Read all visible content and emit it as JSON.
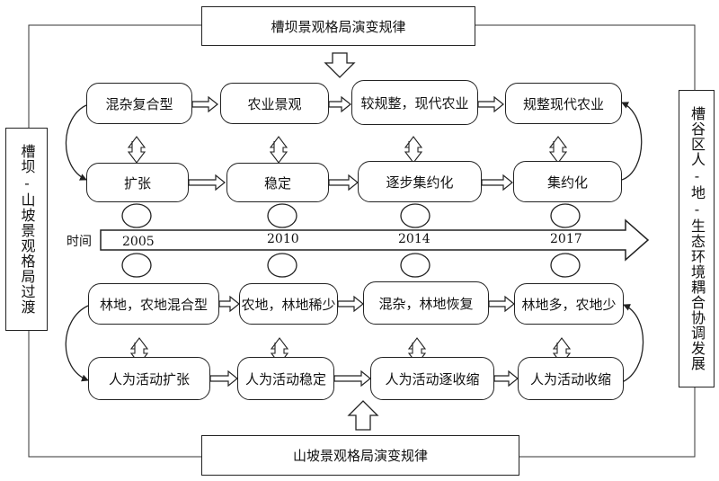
{
  "top_title": "槽坝景观格局演变规律",
  "bottom_title": "山坡景观格局演变规律",
  "left_title": "槽坝-山坡景观格局过渡",
  "right_title": "槽谷区人-地-生态环境耦合协调发展",
  "time_label": "时间",
  "years": [
    "2005",
    "2010",
    "2014",
    "2017"
  ],
  "upper_row1": [
    "混杂复合型",
    "农业景观",
    "较规整，现代农业",
    "规整现代农业"
  ],
  "upper_row2": [
    "扩张",
    "稳定",
    "逐步集约化",
    "集约化"
  ],
  "lower_row1": [
    "林地，农地混合型",
    "农地，林地稀少",
    "混杂，林地恢复",
    "林地多，农地少"
  ],
  "lower_row2": [
    "人为活动扩张",
    "人为活动稳定",
    "人为活动逐收缩",
    "人为活动收缩"
  ]
}
